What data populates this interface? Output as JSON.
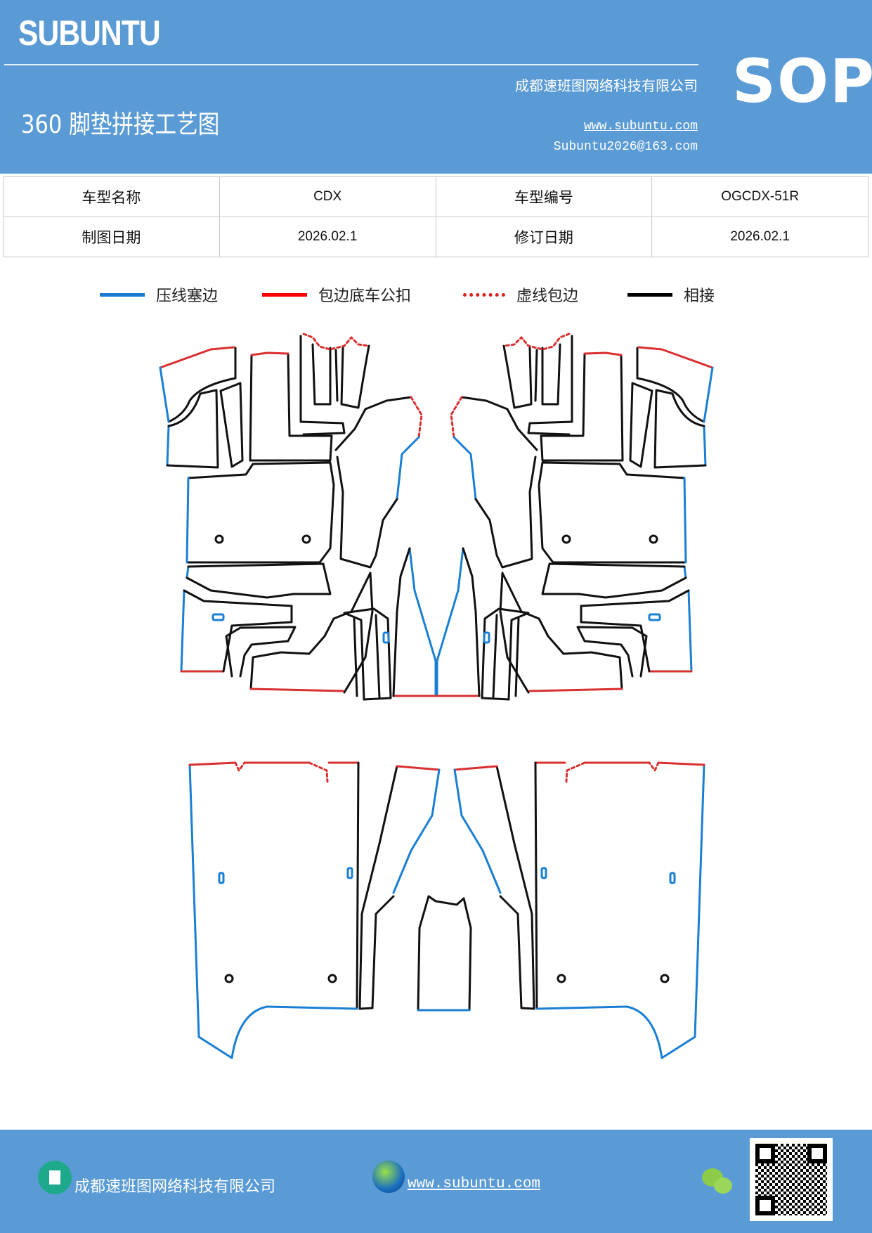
{
  "header": {
    "logo": "SUBUNTU",
    "title": "360 脚垫拼接工艺图",
    "company": "成都速班图网络科技有限公司",
    "website": "www.subuntu.com",
    "email": "Subuntu2026@163.com",
    "badge": "SOP"
  },
  "info_table": {
    "rows": [
      [
        "车型名称",
        "CDX",
        "车型编号",
        "OGCDX-51R"
      ],
      [
        "制图日期",
        "2026.02.1",
        "修订日期",
        "2026.02.1"
      ]
    ]
  },
  "legend": [
    {
      "label": "压线塞边",
      "color": "#1a7bd0",
      "style": "solid"
    },
    {
      "label": "包边底车公扣",
      "color": "#ff0000",
      "style": "solid"
    },
    {
      "label": "虚线包边",
      "color": "#e02020",
      "style": "dotted"
    },
    {
      "label": "相接",
      "color": "#000000",
      "style": "solid"
    }
  ],
  "footer": {
    "company": "成都速班图网络科技有限公司",
    "website": "www.subuntu.com",
    "icons": [
      "building-icon",
      "globe-icon",
      "wechat-icon",
      "qr-code"
    ]
  }
}
